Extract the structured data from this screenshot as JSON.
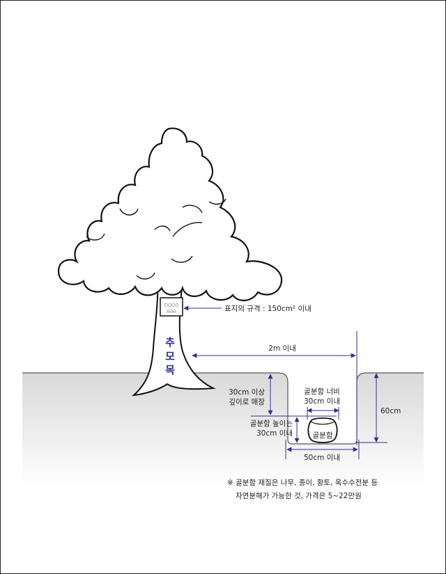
{
  "colors": {
    "dimension": "#2e2f8f",
    "outline": "#111111",
    "ground_top": "#dcdcdc",
    "ground_bottom": "#ffffff",
    "tree_label": "#2e2f8f"
  },
  "tree": {
    "label_chars": [
      "추",
      "모",
      "목"
    ]
  },
  "sign": {
    "label": "표지의 규격 : 150cm² 이내"
  },
  "dimensions": {
    "distance": "2m 이내",
    "burial_depth_line1": "30cm 이상",
    "burial_depth_line2": "깊이로 매장",
    "urn_width_line1": "골분함 너비",
    "urn_width_line2": "30cm 이내",
    "urn_height_line1": "골분함 높이는",
    "urn_height_line2": "30cm 이내",
    "pit_depth": "60cm",
    "pit_width": "50cm 이내"
  },
  "urn": {
    "label": "골분함"
  },
  "note": {
    "line1": "※ 골분함 재질은 나무, 종이, 황토, 옥수수전분 등",
    "line2": "자연분해가 가능한 것, 가격은 5~22만원"
  }
}
